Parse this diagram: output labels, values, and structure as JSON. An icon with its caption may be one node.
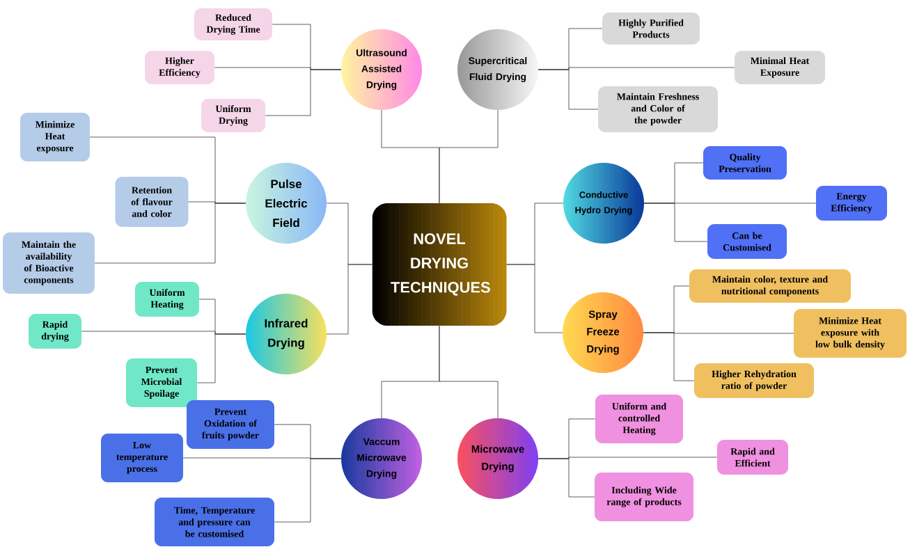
{
  "diagram": {
    "nodes": [
      {
        "text": [
          "NOVEL DRYING TECHNIQUES"
        ]
      },
      {
        "text": [
          "Ultrasound Assisted Drying"
        ]
      },
      {
        "text": [
          "Reduced Drying Time"
        ]
      },
      {
        "text": [
          "Higher Efficiency"
        ]
      },
      {
        "text": [
          "Uniform Drying"
        ]
      },
      {
        "text": [
          "Supercritical Fluid Drying"
        ]
      },
      {
        "text": [
          "Highly Purified Products"
        ]
      },
      {
        "text": [
          "Minimal Heat Exposure"
        ]
      },
      {
        "text": [
          "Maintain Freshness and Color of the powder"
        ]
      },
      {
        "text": [
          "Pulse Electric Field"
        ]
      },
      {
        "text": [
          "Minimize Heat exposure"
        ]
      },
      {
        "text": [
          "Retention of flavour and color"
        ]
      },
      {
        "text": [
          "Maintain the availability of Bioactive components"
        ]
      },
      {
        "text": [
          "Infrared Drying"
        ]
      },
      {
        "text": [
          "Uniform Heating"
        ]
      },
      {
        "text": [
          "Rapid drying"
        ]
      },
      {
        "text": [
          "Prevent Microbial Spoilage"
        ]
      },
      {
        "text": [
          "Conductive Hydro Drying"
        ]
      },
      {
        "text": [
          "Quality Preservation"
        ]
      },
      {
        "text": [
          "Energy Efficiency"
        ]
      },
      {
        "text": [
          "Can be Customised"
        ]
      },
      {
        "text": [
          "Spray Freeze Drying"
        ]
      },
      {
        "text": [
          "Maintain color, texture and nutritional components"
        ]
      },
      {
        "text": [
          "Minimize Heat exposure with low bulk density"
        ]
      },
      {
        "text": [
          "Higher Rehydration ratio of powder"
        ]
      },
      {
        "text": [
          "Vaccum Microwave Drying"
        ]
      },
      {
        "text": [
          "Prevent Oxidation of fruits powder"
        ]
      },
      {
        "text": [
          "Low temperature process"
        ]
      },
      {
        "text": [
          "Time, Temperature and pressure can be customised"
        ]
      },
      {
        "text": [
          "Microwave Drying"
        ]
      },
      {
        "text": [
          "Uniform and controlled Heating"
        ]
      },
      {
        "text": [
          "Rapid and Efficient"
        ]
      },
      {
        "text": [
          "Including Wide range of products"
        ]
      }
    ],
    "edges": [
      {
        "from": 0,
        "to": 1,
        "arrow": "none"
      },
      {
        "from": 0,
        "to": 5,
        "arrow": "none"
      },
      {
        "from": 0,
        "to": 9,
        "arrow": "none"
      },
      {
        "from": 0,
        "to": 13,
        "arrow": "none"
      },
      {
        "from": 0,
        "to": 17,
        "arrow": "none"
      },
      {
        "from": 0,
        "to": 21,
        "arrow": "none"
      },
      {
        "from": 0,
        "to": 25,
        "arrow": "none"
      },
      {
        "from": 0,
        "to": 29,
        "arrow": "none"
      },
      {
        "from": 1,
        "to": 2,
        "arrow": "none"
      },
      {
        "from": 1,
        "to": 3,
        "arrow": "none"
      },
      {
        "from": 1,
        "to": 4,
        "arrow": "none"
      },
      {
        "from": 5,
        "to": 6,
        "arrow": "none"
      },
      {
        "from": 5,
        "to": 7,
        "arrow": "none"
      },
      {
        "from": 5,
        "to": 8,
        "arrow": "none"
      },
      {
        "from": 9,
        "to": 10,
        "arrow": "none"
      },
      {
        "from": 9,
        "to": 11,
        "arrow": "none"
      },
      {
        "from": 9,
        "to": 12,
        "arrow": "none"
      },
      {
        "from": 13,
        "to": 14,
        "arrow": "none"
      },
      {
        "from": 13,
        "to": 15,
        "arrow": "none"
      },
      {
        "from": 13,
        "to": 16,
        "arrow": "none"
      },
      {
        "from": 17,
        "to": 18,
        "arrow": "none"
      },
      {
        "from": 17,
        "to": 19,
        "arrow": "none"
      },
      {
        "from": 17,
        "to": 20,
        "arrow": "none"
      },
      {
        "from": 21,
        "to": 22,
        "arrow": "none"
      },
      {
        "from": 21,
        "to": 23,
        "arrow": "none"
      },
      {
        "from": 21,
        "to": 24,
        "arrow": "none"
      },
      {
        "from": 25,
        "to": 26,
        "arrow": "none"
      },
      {
        "from": 25,
        "to": 27,
        "arrow": "none"
      },
      {
        "from": 25,
        "to": 28,
        "arrow": "none"
      },
      {
        "from": 29,
        "to": 30,
        "arrow": "none"
      },
      {
        "from": 29,
        "to": 31,
        "arrow": "none"
      },
      {
        "from": 29,
        "to": 32,
        "arrow": "none"
      }
    ]
  }
}
